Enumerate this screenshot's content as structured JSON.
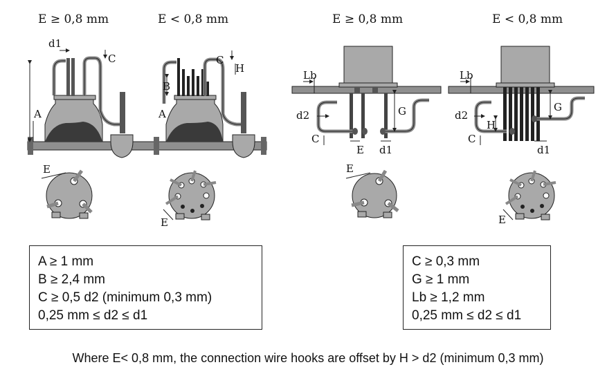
{
  "headings": {
    "top_left_a": "E ≥ 0,8 mm",
    "top_left_b": "E < 0,8 mm",
    "top_right_a": "E ≥ 0,8 mm",
    "top_right_b": "E < 0,8 mm"
  },
  "labels": {
    "d1": "d1",
    "C": "C",
    "A": "A",
    "B": "B",
    "H": "H",
    "E": "E",
    "Lb": "Lb",
    "d2": "d2",
    "G": "G"
  },
  "box_left": {
    "line1": "A ≥ 1 mm",
    "line2": "B ≥ 2,4 mm",
    "line3": "C ≥ 0,5 d2 (minimum 0,3 mm)",
    "line4": "0,25 mm ≤ d2 ≤ d1"
  },
  "box_right": {
    "line1": "C ≥ 0,3 mm",
    "line2": "G ≥ 1 mm",
    "line3": "Lb ≥ 1,2 mm",
    "line4": "0,25 mm ≤ d2 ≤ d1"
  },
  "caption": "Where E< 0,8 mm, the connection wire hooks are offset by H > d2 (minimum 0,3 mm)",
  "colors": {
    "body": "#a9a9a9",
    "dark": "#3a3a3a",
    "board": "#8f8f8f",
    "line": "#222222"
  }
}
